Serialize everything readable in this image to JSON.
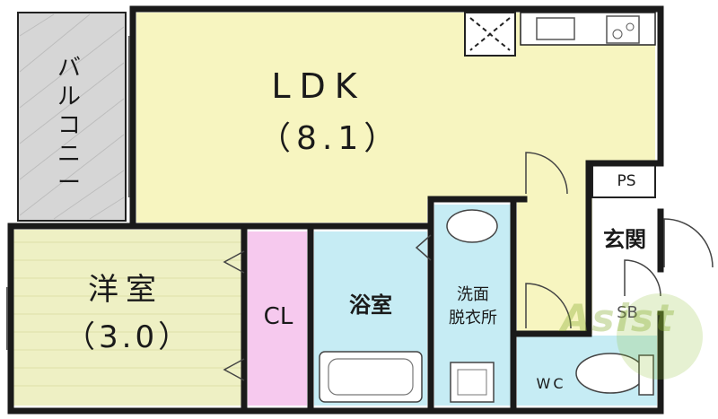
{
  "rooms": {
    "ldk_name": "LDK",
    "ldk_size": "（8.1）",
    "western_name": "洋室",
    "western_size": "（3.0）",
    "closet": "CL",
    "bathroom": "浴室",
    "washroom_line1": "洗面",
    "washroom_line2": "脱衣所",
    "pipe_space": "PS",
    "entrance": "玄関",
    "shoe_box": "SB",
    "toilet": "WC",
    "balcony": "バルコニー"
  },
  "watermark": {
    "logo_text": "Asist"
  },
  "colors": {
    "ldk": "#f7f5c0",
    "western": "#eef0c4",
    "closet": "#f6c9ee",
    "bath": "#c6ecf4",
    "wash": "#c6ecf4",
    "balcony": "#d6d6d6",
    "wall": "#1a1a1a",
    "logo": "#8fb83a"
  }
}
